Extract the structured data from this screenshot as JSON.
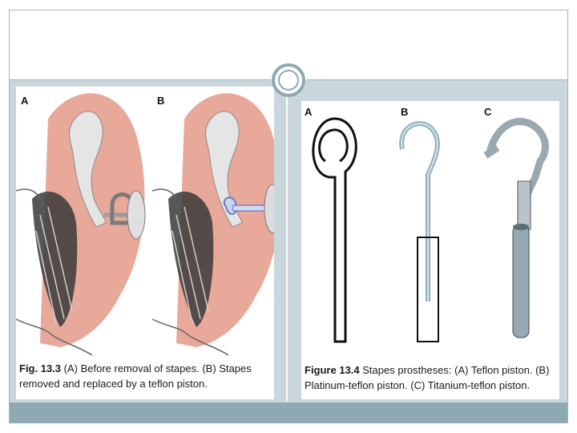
{
  "slide": {
    "colors": {
      "frame": "#9fb4bd",
      "band": "#c9d6db",
      "footer": "#8fa9b2",
      "accent": "#8fa9b2"
    }
  },
  "figure_left": {
    "labels": {
      "a": "A",
      "b": "B"
    },
    "caption_bold": "Fig. 13.3",
    "caption_text": " (A) Before removal of stapes. (B) Stapes removed and replaced by a teflon piston.",
    "icons": [
      "ear-anatomy-before-image",
      "ear-anatomy-after-image"
    ]
  },
  "figure_right": {
    "labels": {
      "a": "A",
      "b": "B",
      "c": "C"
    },
    "caption_bold": "Figure 13.4",
    "caption_text": " Stapes prostheses: (A) Teflon piston. (B) Platinum-teflon piston. (C) Titanium-teflon piston.",
    "icons": [
      "teflon-piston-image",
      "platinum-teflon-piston-image",
      "titanium-teflon-piston-image"
    ]
  }
}
